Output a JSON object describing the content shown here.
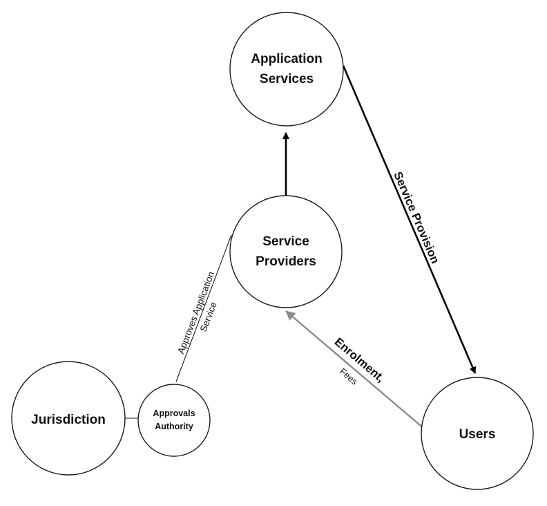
{
  "nodes": {
    "application_services": {
      "line1": "Application",
      "line2": "Services"
    },
    "service_providers": {
      "line1": "Service",
      "line2": "Providers"
    },
    "users": {
      "label": "Users"
    },
    "jurisdiction": {
      "label": "Jurisdiction"
    },
    "approvals_authority": {
      "line1": "Approvals",
      "line2": "Authority"
    }
  },
  "edges": {
    "service_provision": {
      "label": "Service Provision",
      "color": "#000000"
    },
    "enrolment": {
      "label_main": "Enrolment,",
      "label_sub": "Fees",
      "color": "#8a8a8a"
    },
    "approves": {
      "line1": "Approves Application",
      "line2": "Service"
    }
  }
}
